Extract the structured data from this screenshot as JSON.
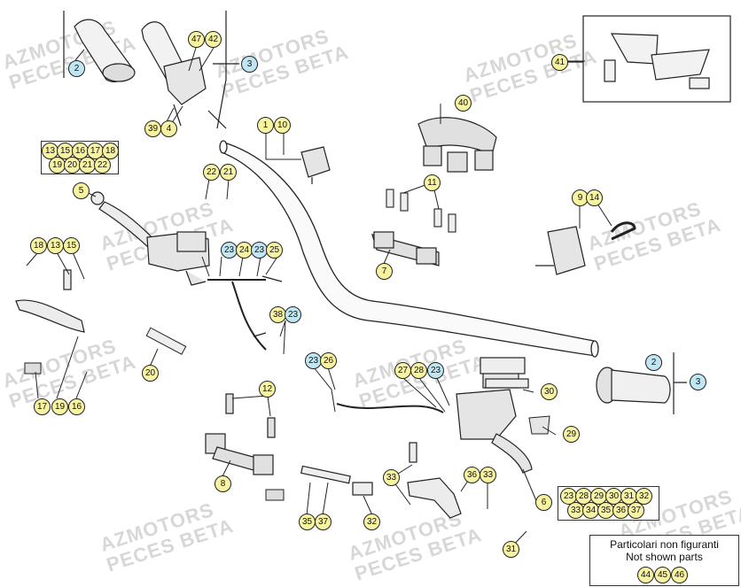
{
  "watermark": {
    "line1": "AZMOTORS",
    "line2": "PECES BETA"
  },
  "callouts": {
    "c1": "1",
    "c2a": "2",
    "c2b": "2",
    "c3a": "3",
    "c3b": "3",
    "c4": "4",
    "c5": "5",
    "c6": "6",
    "c7": "7",
    "c8": "8",
    "c9": "9",
    "c10": "10",
    "c11": "11",
    "c12": "12",
    "c13": "13",
    "c14": "14",
    "c15": "15",
    "c16": "16",
    "c17": "17",
    "c18": "18",
    "c19": "19",
    "c20": "20",
    "c21": "21",
    "c22": "22",
    "c23a": "23",
    "c23b": "23",
    "c23c": "23",
    "c23d": "23",
    "c24": "24",
    "c25": "25",
    "c26": "26",
    "c27": "27",
    "c28": "28",
    "c29": "29",
    "c30": "30",
    "c31": "31",
    "c32": "32",
    "c33": "33",
    "c35": "35",
    "c36": "36",
    "c37": "37",
    "c38": "38",
    "c39": "39",
    "c40": "40",
    "c41": "41",
    "c42": "42",
    "c47": "47"
  },
  "kits": {
    "kit5": [
      "13",
      "15",
      "16",
      "17",
      "18",
      "19",
      "20",
      "21",
      "22"
    ],
    "kit6": [
      "23",
      "28",
      "29",
      "30",
      "31",
      "32",
      "33",
      "34",
      "35",
      "36",
      "37"
    ]
  },
  "not_shown": {
    "title_it": "Particolari non figuranti",
    "title_en": "Not shown parts",
    "parts": [
      "44",
      "45",
      "46"
    ]
  },
  "colors": {
    "callout_yellow": "#f7f3a1",
    "callout_cyan": "#bfe6f2",
    "line": "#222222",
    "watermark": "#d7d7d7"
  }
}
